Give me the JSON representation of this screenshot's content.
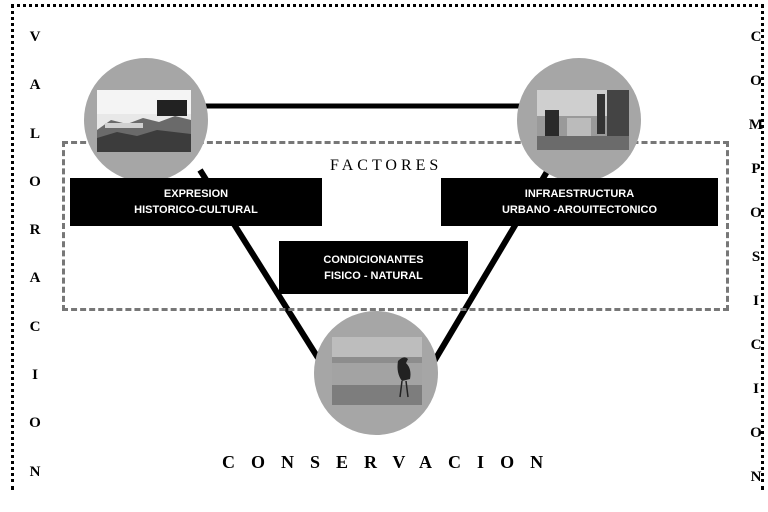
{
  "left_vertical_letters": [
    "V",
    "A",
    "L",
    "O",
    "R",
    "A",
    "C",
    "I",
    "O",
    "N"
  ],
  "right_vertical_letters": [
    "C",
    "O",
    "M",
    "P",
    "O",
    "S",
    "I",
    "C",
    "I",
    "O",
    "N"
  ],
  "factors_title": "FACTORES",
  "boxes": {
    "left": {
      "line1": "EXPRESION",
      "line2": "HISTORICO-CULTURAL"
    },
    "right": {
      "line1": "INFRAESTRUCTURA",
      "line2": "URBANO -AROUITECTONICO"
    },
    "middle": {
      "line1": "CONDICIONANTES",
      "line2": "FISICO - NATURAL"
    }
  },
  "bottom_title": "CONSERVACION",
  "colors": {
    "circle_fill": "#a6a6a6",
    "box_fill": "#000000",
    "box_text": "#ffffff",
    "frame_dash": "#777777"
  }
}
